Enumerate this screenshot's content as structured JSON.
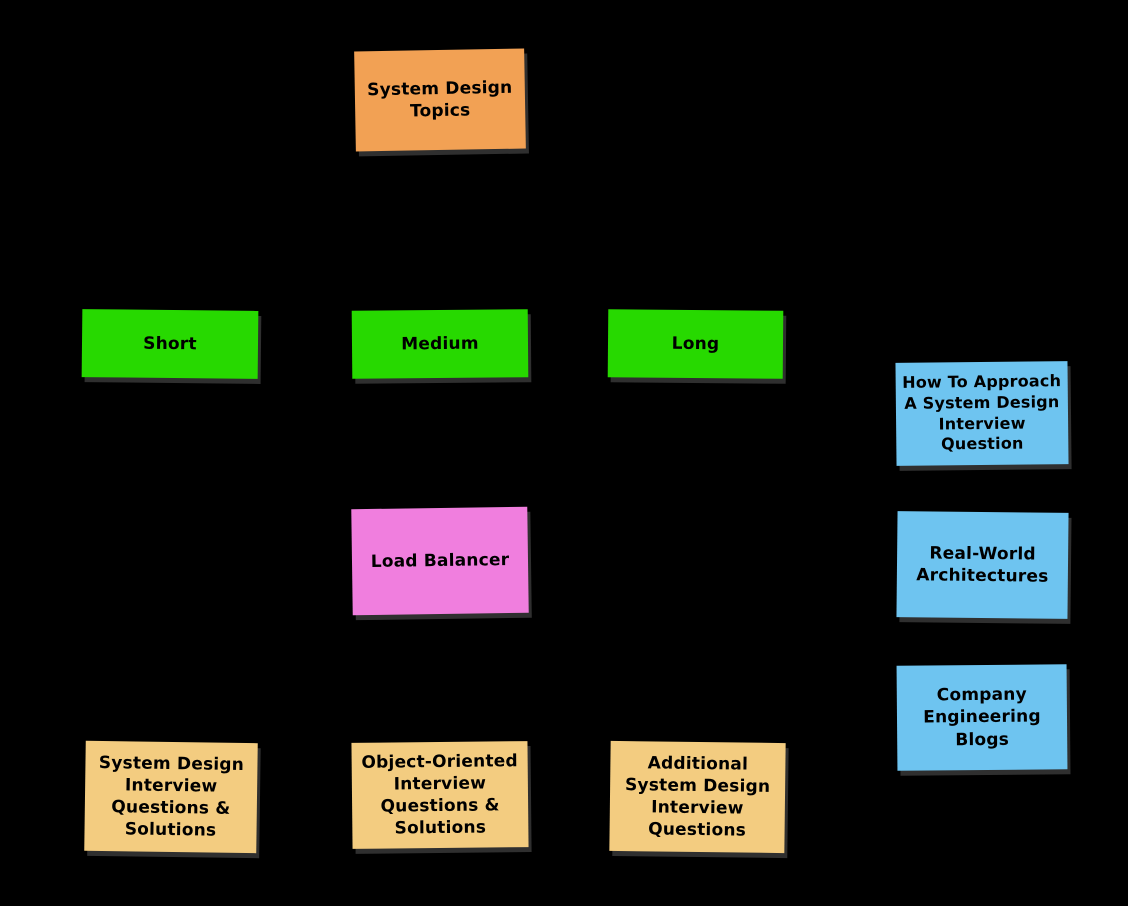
{
  "canvas": {
    "background": "#000000",
    "description": "System design study flow diagram on black background"
  },
  "colors": {
    "topic_orange": "#F2A154",
    "duration_green": "#27D900",
    "component_pink": "#F07EDE",
    "questions_tan": "#F3CC80",
    "resource_blue": "#6EC4F0",
    "text": "#000000"
  },
  "nodes": {
    "root": {
      "label": "System Design\nTopics"
    },
    "short": {
      "label": "Short"
    },
    "medium": {
      "label": "Medium"
    },
    "long": {
      "label": "Long"
    },
    "load_balancer": {
      "label": "Load Balancer"
    },
    "system_design_questions": {
      "label": "System Design\nInterview\nQuestions &\nSolutions"
    },
    "object_oriented_questions": {
      "label": "Object-Oriented\nInterview\nQuestions &\nSolutions"
    },
    "additional_questions": {
      "label": "Additional\nSystem Design\nInterview\nQuestions"
    },
    "how_to_approach": {
      "label": "How To Approach\nA System Design\nInterview\nQuestion"
    },
    "real_world_architectures": {
      "label": "Real-World\nArchitectures"
    },
    "company_engineering_blogs": {
      "label": "Company\nEngineering\nBlogs"
    }
  }
}
